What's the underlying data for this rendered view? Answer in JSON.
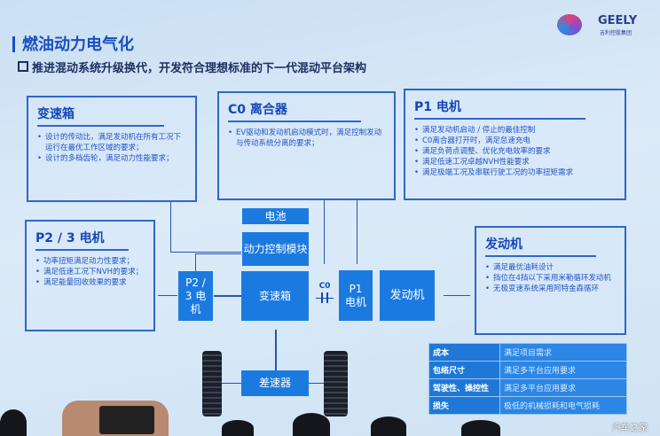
{
  "header": {
    "title": "燃油动力电气化",
    "subtitle": "推进混动系统升级换代，开发符合理想标准的下一代混动平台架构",
    "logo_text": "GEELY",
    "logo_sub": "吉利控股集团"
  },
  "cards": {
    "gearbox": {
      "title": "变速箱",
      "items": [
        "设计的传动比，满足发动机在所有工况下运行在最优工作区域的要求；",
        "设计的多档齿轮，满足动力性能要求；"
      ]
    },
    "c0": {
      "title": "C0 离合器",
      "items": [
        "EV驱动和发动机启动模式时，满足控制发动与传动系统分离的要求；"
      ]
    },
    "p1": {
      "title": "P1 电机",
      "items": [
        "满足发动机启动 / 停止的最佳控制",
        "C0离合器打开时，满足怠速充电",
        "满足负荷点调整、优化充电效率的要求",
        "满足低速工况卓越NVH性能要求",
        "满足极端工况及串联行驶工况的功率扭矩需求"
      ]
    },
    "p23": {
      "title": "P2 / 3 电机",
      "items": [
        "功率扭矩满足动力性要求；",
        "满足低速工况下NVH的要求；",
        "满足能量回收效果的要求"
      ]
    },
    "engine": {
      "title": "发动机",
      "items": [
        "满足最优油耗设计",
        "挡位在4挡以下采用米勒循环发动机",
        "无极变速系统采用阿特金森循环"
      ]
    }
  },
  "blocks": {
    "battery": "电池",
    "pcm": "动力控制模块",
    "p23": "P2 / 3 电机",
    "gearbox": "变速箱",
    "c0": "C0",
    "p1": "P1 电机",
    "engine": "发动机",
    "diff": "差速器"
  },
  "table": [
    [
      "成本",
      "满足项目需求"
    ],
    [
      "包络尺寸",
      "满足多平台应用要求"
    ],
    [
      "驾驶性、操控性",
      "满足多平台应用要求"
    ],
    [
      "损失",
      "极低的机械损耗和电气损耗"
    ]
  ],
  "watermark": "汽车之家",
  "colors": {
    "block": "#1b7ae0",
    "text": "#1546b8",
    "background": "#d6e8f7"
  }
}
